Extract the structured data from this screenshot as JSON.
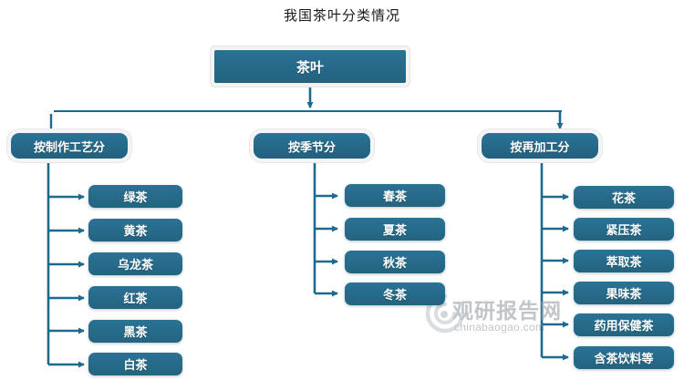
{
  "title": "我国茶叶分类情况",
  "colors": {
    "node_fill": "#256b8e",
    "node_fill_dark": "#23627f",
    "connector": "#1f6a8c",
    "text": "#ffffff",
    "background": "#ffffff",
    "title_text": "#1a1a1a",
    "watermark": "#9aa3a9"
  },
  "watermark": {
    "brand": "观研报告网",
    "domain": "chinabaogao.com"
  },
  "diagram": {
    "type": "tree",
    "root": {
      "label": "茶叶"
    },
    "branches": [
      {
        "label": "按制作工艺分",
        "children": [
          {
            "label": "绿茶"
          },
          {
            "label": "黄茶"
          },
          {
            "label": "乌龙茶"
          },
          {
            "label": "红茶"
          },
          {
            "label": "黑茶"
          },
          {
            "label": "白茶"
          }
        ]
      },
      {
        "label": "按季节分",
        "children": [
          {
            "label": "春茶"
          },
          {
            "label": "夏茶"
          },
          {
            "label": "秋茶"
          },
          {
            "label": "冬茶"
          }
        ]
      },
      {
        "label": "按再加工分",
        "children": [
          {
            "label": "花茶"
          },
          {
            "label": "紧压茶"
          },
          {
            "label": "萃取茶"
          },
          {
            "label": "果味茶"
          },
          {
            "label": "药用保健茶"
          },
          {
            "label": "含茶饮料等"
          }
        ]
      }
    ]
  }
}
